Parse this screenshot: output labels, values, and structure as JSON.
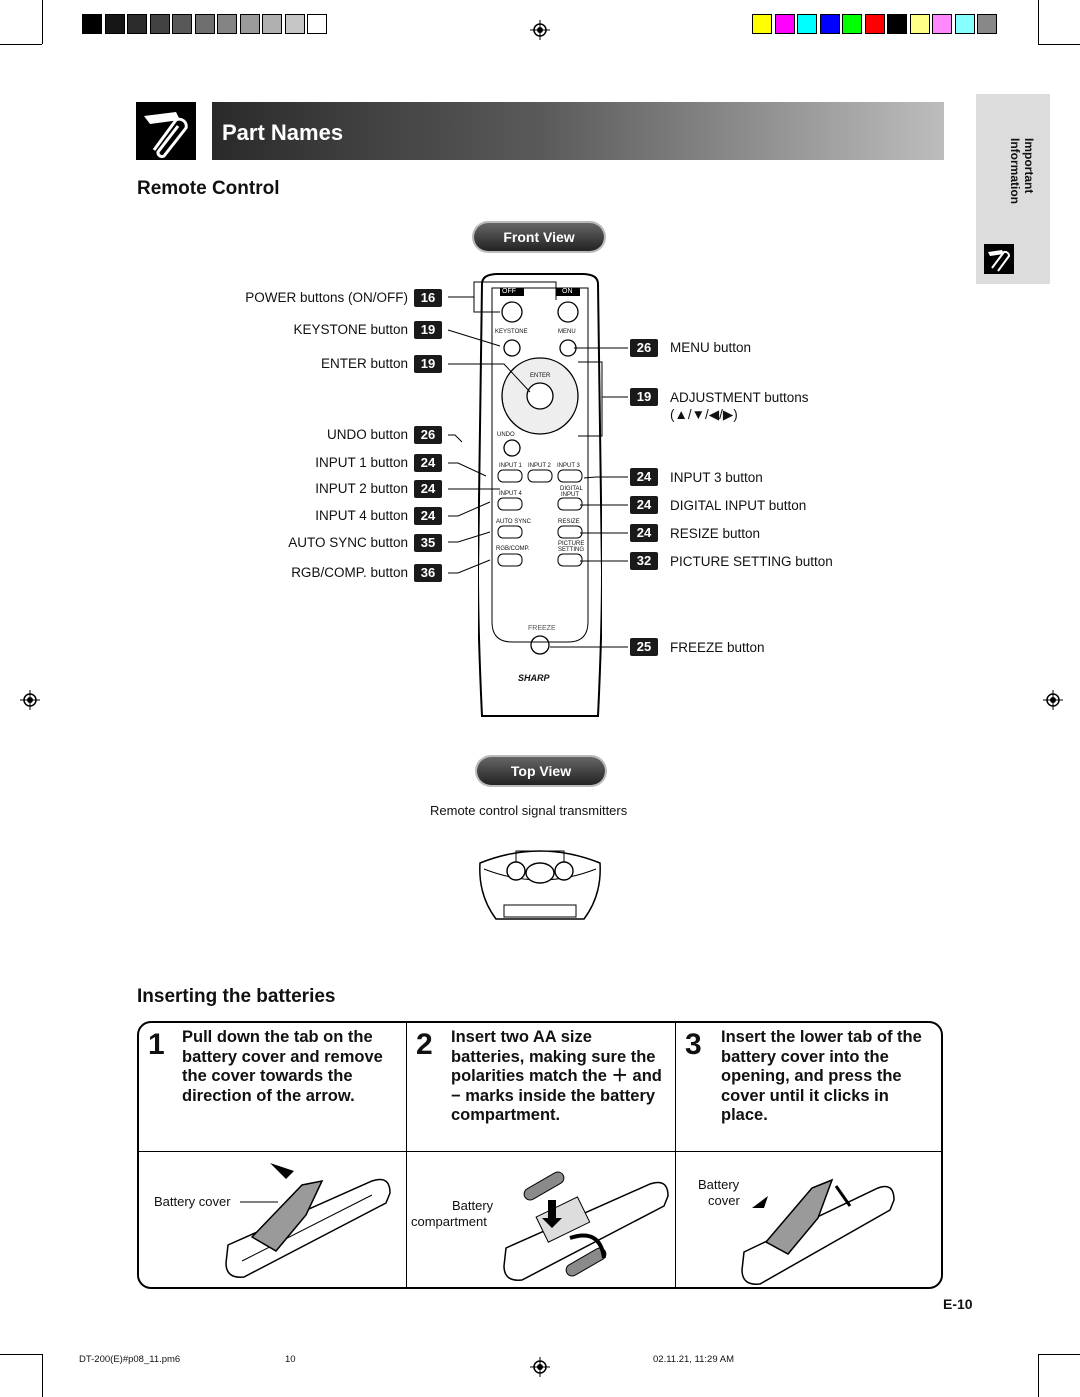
{
  "header": {
    "title": "Part Names"
  },
  "side_tab": {
    "label_line1": "Important",
    "label_line2": "Information"
  },
  "colors": {
    "grayscale": [
      "#000000",
      "#161616",
      "#2c2c2c",
      "#424242",
      "#585858",
      "#6e6e6e",
      "#848484",
      "#9a9a9a",
      "#b0b0b0",
      "#c6c6c6",
      "#ffffff"
    ],
    "process": [
      "#ffff00",
      "#ff00ff",
      "#00ffff",
      "#0000ff",
      "#00ff00",
      "#ff0000",
      "#000000",
      "#ffff88",
      "#ff88ff",
      "#88ffff",
      "#888888"
    ]
  },
  "remote": {
    "title": "Remote Control",
    "front_view": "Front View",
    "top_view": "Top View",
    "top_caption": "Remote control signal transmitters",
    "brand": "SHARP",
    "keys": {
      "off": "OFF",
      "on": "ON",
      "keystone": "KEYSTONE",
      "menu": "MENU",
      "enter": "ENTER",
      "undo": "UNDO",
      "input1": "INPUT 1",
      "input2": "INPUT 2",
      "input3": "INPUT 3",
      "input4": "INPUT 4",
      "digital": "DIGITAL",
      "input": "INPUT",
      "auto_sync": "AUTO SYNC",
      "resize": "RESIZE",
      "rgb": "RGB/COMP.",
      "picture": "PICTURE",
      "setting": "SETTING",
      "freeze": "FREEZE"
    },
    "left_labels": [
      {
        "text": "POWER buttons (ON/OFF)",
        "page": "16"
      },
      {
        "text": "KEYSTONE button",
        "page": "19"
      },
      {
        "text": "ENTER button",
        "page": "19"
      },
      {
        "text": "UNDO button",
        "page": "26"
      },
      {
        "text": "INPUT 1 button",
        "page": "24"
      },
      {
        "text": "INPUT 2 button",
        "page": "24"
      },
      {
        "text": "INPUT 4 button",
        "page": "24"
      },
      {
        "text": "AUTO SYNC button",
        "page": "35"
      },
      {
        "text": "RGB/COMP. button",
        "page": "36"
      }
    ],
    "right_labels": [
      {
        "text": "MENU button",
        "page": "26"
      },
      {
        "text": "ADJUSTMENT buttons",
        "text2": "(▲/▼/◀/▶)",
        "page": "19"
      },
      {
        "text": "INPUT 3 button",
        "page": "24"
      },
      {
        "text": "DIGITAL INPUT button",
        "page": "24"
      },
      {
        "text": "RESIZE button",
        "page": "24"
      },
      {
        "text": "PICTURE SETTING button",
        "page": "32"
      },
      {
        "text": "FREEZE button",
        "page": "25"
      }
    ]
  },
  "batteries": {
    "title": "Inserting the batteries",
    "steps": [
      {
        "num": "1",
        "text": "Pull down the tab on the battery cover and remove the cover towards the direction of the arrow.",
        "caption": "Battery cover"
      },
      {
        "num": "2",
        "text": "Insert two AA size batteries, making sure the polarities match the ＋ and − marks inside the battery compartment.",
        "caption1": "Battery",
        "caption2": "compartment"
      },
      {
        "num": "3",
        "text": "Insert the lower tab of the battery cover into the opening, and press the cover until it clicks in place.",
        "caption1": "Battery",
        "caption2": "cover"
      }
    ]
  },
  "page_number": "E-10",
  "footer": {
    "file": "DT-200(E)#p08_11.pm6",
    "page": "10",
    "date": "02.11.21, 11:29 AM"
  }
}
